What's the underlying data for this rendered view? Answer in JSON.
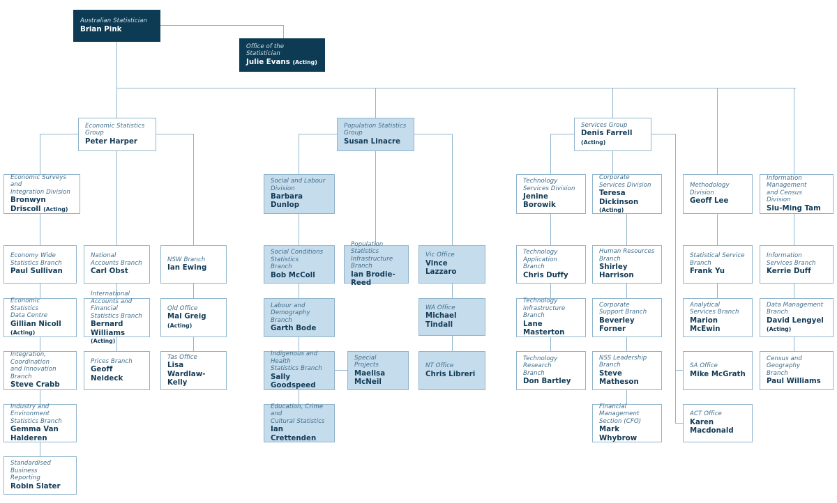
{
  "chart_data": {
    "type": "diagram",
    "title": "Australian Bureau of Statistics Organisational Chart",
    "colors": {
      "dark_navy": "#0d3b54",
      "light_blue": "#c5dced",
      "line": "#8fb4cc",
      "role_text": "#3f6d8c",
      "person_text": "#123a55",
      "white": "#ffffff"
    },
    "acting_label": "(Acting)"
  },
  "nodes": {
    "statistician": {
      "role": "Australian Statistician",
      "person": "Brian Pink",
      "acting": ""
    },
    "office": {
      "role": "Office of the Statistician",
      "person": "Julie Evans",
      "acting": "(Acting)"
    },
    "esg": {
      "role": "Economic Statistics Group",
      "person": "Peter Harper",
      "acting": ""
    },
    "esid": {
      "role": "Economic Surveys and\nIntegration Division",
      "person": "Bronwyn Driscoll",
      "acting": "(Acting)"
    },
    "ews": {
      "role": "Economy Wide\nStatistics Branch",
      "person": "Paul Sullivan",
      "acting": ""
    },
    "esdc": {
      "role": "Economic Statistics\nData Centre",
      "person": "Gillian Nicoll",
      "acting": "(Acting)"
    },
    "icib": {
      "role": "Integration, Coordination\nand Innovation Branch",
      "person": "Steve Crabb",
      "acting": ""
    },
    "iesb": {
      "role": "Industry and Environment\nStatistics Branch",
      "person": "Gemma Van Halderen",
      "acting": ""
    },
    "sbr": {
      "role": "Standardised Business\nReporting",
      "person": "Robin Slater",
      "acting": ""
    },
    "nab": {
      "role": "National Accounts Branch",
      "person": "Carl Obst",
      "acting": ""
    },
    "iafsb": {
      "role": "International Accounts and\nFinancial Statistics Branch",
      "person": "Bernard Williams",
      "acting_below": "(Acting)"
    },
    "prices": {
      "role": "Prices Branch",
      "person": "Geoff Neideck",
      "acting": ""
    },
    "nsw": {
      "role": "NSW Branch",
      "person": "Ian Ewing",
      "acting": ""
    },
    "qld": {
      "role": "Qld Office",
      "person": "Mal Greig",
      "acting": "(Acting)"
    },
    "tas": {
      "role": "Tas Office",
      "person": "Lisa Wardlaw-Kelly",
      "acting": ""
    },
    "psg": {
      "role": "Population Statistics Group",
      "person": "Susan Linacre",
      "acting": ""
    },
    "sld": {
      "role": "Social and Labour Division",
      "person": "Barbara Dunlop",
      "acting": ""
    },
    "scsb": {
      "role": "Social Conditions Statistics\nBranch",
      "person": "Bob McColl",
      "acting": ""
    },
    "ldb": {
      "role": "Labour and Demography\nBranch",
      "person": "Garth Bode",
      "acting": ""
    },
    "ihsb": {
      "role": "Indigenous and Health\nStatistics Branch",
      "person": "Sally Goodspeed",
      "acting": ""
    },
    "eccs": {
      "role": "Education, Crime and\nCultural Statistics",
      "person": "Ian Crettenden",
      "acting": ""
    },
    "psib": {
      "role": "Population Statistics\nInfrastructure Branch",
      "person": "Ian Brodie-Reed",
      "acting": ""
    },
    "special": {
      "role": "Special Projects",
      "person": "Maelisa McNeil",
      "acting": ""
    },
    "vic": {
      "role": "Vic Office",
      "person": "Vince Lazzaro",
      "acting": ""
    },
    "wa": {
      "role": "WA Office",
      "person": "Michael Tindall",
      "acting": ""
    },
    "nt": {
      "role": "NT Office",
      "person": "Chris Libreri",
      "acting": ""
    },
    "sg": {
      "role": "Services Group",
      "person": "Denis Farrell",
      "acting": "(Acting)"
    },
    "tsd": {
      "role": "Technology Services Division",
      "person": "Jenine Borowik",
      "acting": ""
    },
    "tab": {
      "role": "Technology Application\nBranch",
      "person": "Chris Duffy",
      "acting": ""
    },
    "tib": {
      "role": "Technology Infrastructure\nBranch",
      "person": "Lane Masterton",
      "acting": ""
    },
    "trb": {
      "role": "Technology Research\nBranch",
      "person": "Don Bartley",
      "acting": ""
    },
    "csd": {
      "role": "Corporate Services Division",
      "person": "Teresa Dickinson",
      "acting_below": "(Acting)"
    },
    "hrb": {
      "role": "Human Resources Branch",
      "person": "Shirley Harrison",
      "acting": ""
    },
    "csb": {
      "role": "Corporate Support Branch",
      "person": "Beverley Forner",
      "acting": ""
    },
    "nss": {
      "role": "NSS Leadership Branch",
      "person": "Steve Matheson",
      "acting": ""
    },
    "fms": {
      "role": "Financial Management\nSection (CFO)",
      "person": "Mark Whybrow",
      "acting": ""
    },
    "md": {
      "role": "Methodology Division",
      "person": "Geoff Lee",
      "acting": ""
    },
    "ssb": {
      "role": "Statistical Service Branch",
      "person": "Frank Yu",
      "acting": ""
    },
    "asb": {
      "role": "Analytical Services Branch",
      "person": "Marion McEwin",
      "acting": ""
    },
    "sa": {
      "role": "SA Office",
      "person": "Mike McGrath",
      "acting": ""
    },
    "act": {
      "role": "ACT Office",
      "person": "Karen Macdonald",
      "acting": ""
    },
    "imcd": {
      "role": "Information Management\nand Census Division",
      "person": "Siu-Ming Tam",
      "acting": ""
    },
    "isb": {
      "role": "Information Services Branch",
      "person": "Kerrie Duff",
      "acting": ""
    },
    "dmb": {
      "role": "Data Management Branch",
      "person": "David Lengyel",
      "acting": "(Acting)"
    },
    "cgb": {
      "role": "Census and Geography\nBranch",
      "person": "Paul Williams",
      "acting": ""
    }
  }
}
